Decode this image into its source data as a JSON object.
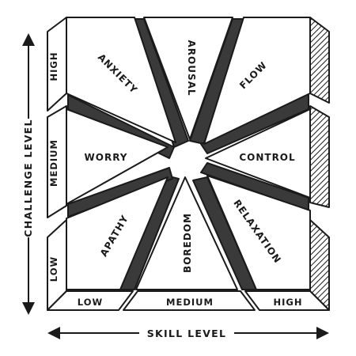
{
  "axes": {
    "y_title": "CHALLENGE LEVEL",
    "x_title": "SKILL LEVEL",
    "y_levels": [
      "HIGH",
      "MEDIUM",
      "LOW"
    ],
    "x_levels": [
      "LOW",
      "MEDIUM",
      "HIGH"
    ]
  },
  "zones": {
    "anxiety": "ANXIETY",
    "arousal": "AROUSAL",
    "flow": "FLOW",
    "worry": "WORRY",
    "control": "CONTROL",
    "apathy": "APATHY",
    "boredom": "BOREDOM",
    "relaxation": "RELAXATION"
  },
  "colors": {
    "ink": "#1a1a1a",
    "wedge_shadow": "#3a3a3a",
    "paper": "#ffffff"
  }
}
